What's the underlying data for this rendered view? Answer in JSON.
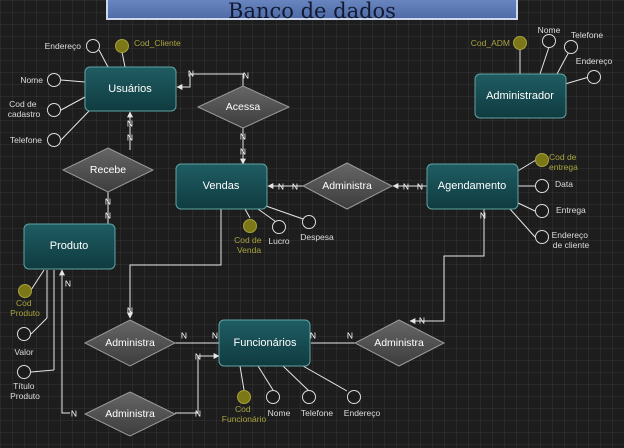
{
  "title": "Banco de dados",
  "colors": {
    "entity_fill": "#15474c",
    "relationship_fill": "#4e4e4e",
    "key_attribute": "#7c7817",
    "line": "#e6e6e6"
  },
  "entities": {
    "usuarios": "Usuários",
    "administrador": "Administrador",
    "vendas": "Vendas",
    "agendamento": "Agendamento",
    "produto": "Produto",
    "funcionarios": "Funcionários"
  },
  "relationships": {
    "acessa": "Acessa",
    "recebe": "Recebe",
    "administra_vendas": "Administra",
    "administra_agendamento": "Administra",
    "administra_produto_top": "Administra",
    "administra_produto_bottom": "Administra"
  },
  "attributes": {
    "usuarios": [
      "Endereço",
      "Cod_Cliente",
      "Nome",
      "Cod de cadastro",
      "Telefone"
    ],
    "administrador": [
      "Cod_ADM",
      "Nome",
      "Telefone",
      "Endereço"
    ],
    "vendas": [
      "Cod de Venda",
      "Lucro",
      "Despesa"
    ],
    "agendamento": [
      "Cod de entrega",
      "Data",
      "Entrega",
      "Endereço de cliente"
    ],
    "produto": [
      "Cod Produto",
      "Valor",
      "Título Produto"
    ],
    "funcionarios": [
      "Cod Funcionário",
      "Nome",
      "Telefone",
      "Endereço"
    ]
  },
  "cardinality": "N"
}
